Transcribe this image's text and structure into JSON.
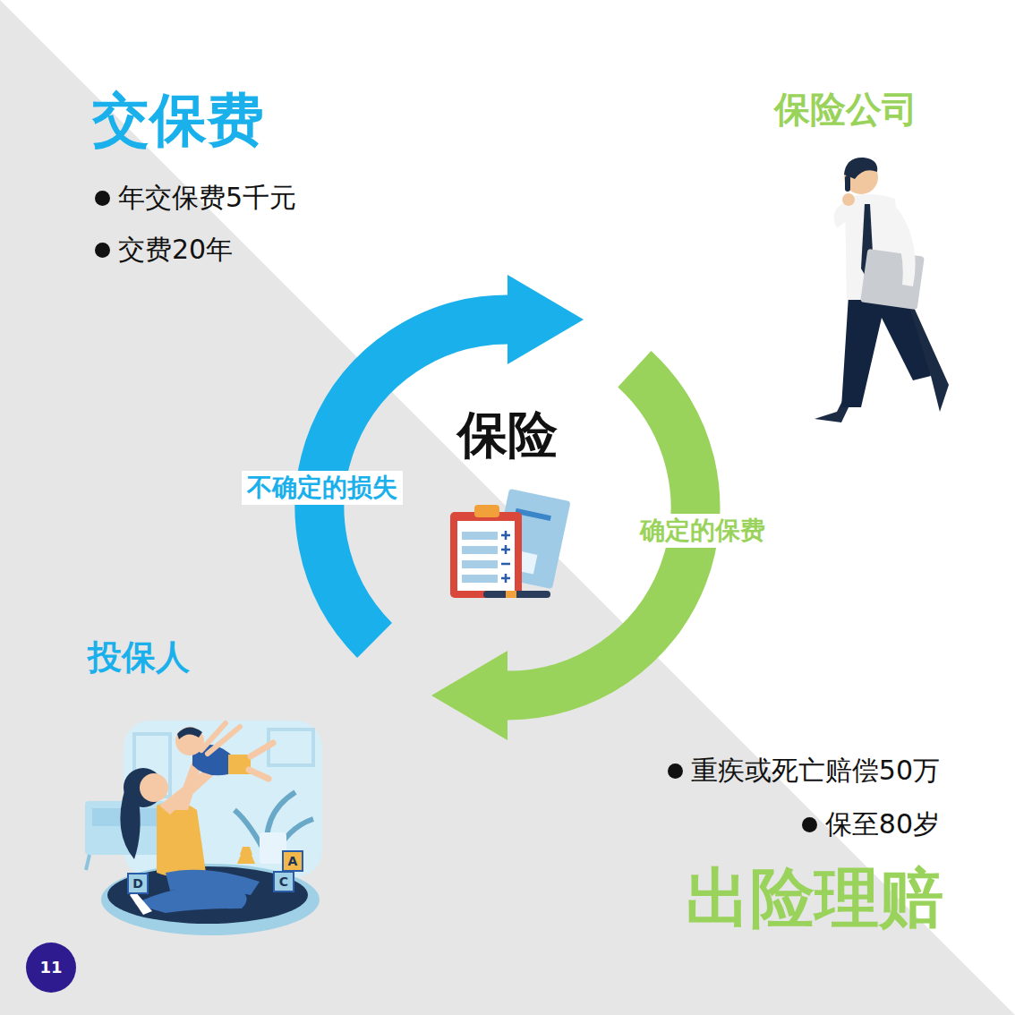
{
  "diagram": {
    "nodes": [
      {
        "text": [
          "保险公司"
        ]
      },
      {
        "text": [
          "投保人"
        ]
      }
    ],
    "edges": [
      {
        "from": 1,
        "to": 0,
        "arrow": "to",
        "label": "不确定的损失"
      },
      {
        "from": 0,
        "to": 1,
        "arrow": "to",
        "label": "确定的保费"
      }
    ],
    "labels": [
      "交保费",
      "年交保费5千元",
      "交费20年",
      "保险",
      "重疾或死亡赔偿50万",
      "保至80岁",
      "出险理赔",
      "11",
      "D",
      "A",
      "C"
    ]
  }
}
